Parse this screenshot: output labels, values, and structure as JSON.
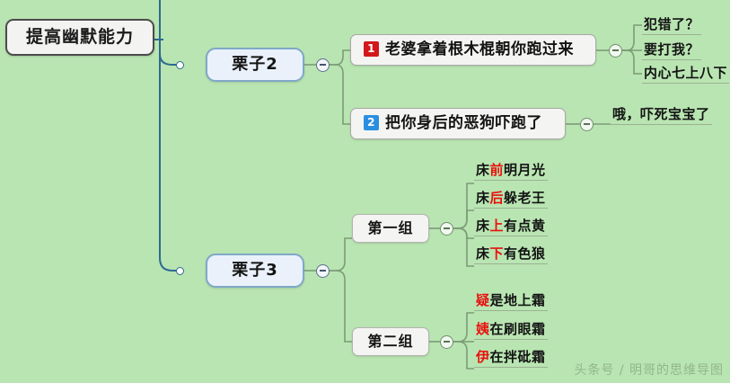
{
  "background_color": "#b9e5b2",
  "root": {
    "label": "提高幽默能力"
  },
  "branches": [
    {
      "label": "栗子2",
      "children": [
        {
          "badge": "1",
          "badge_color": "#d2181a",
          "label": "老婆拿着根木棍朝你跑过来",
          "leaves": [
            "犯错了？",
            "要打我？",
            "内心七上八下"
          ]
        },
        {
          "badge": "2",
          "badge_color": "#2a8fe0",
          "label": "把你身后的恶狗吓跑了",
          "leaves": [
            "哦，吓死宝宝了"
          ]
        }
      ]
    },
    {
      "label": "栗子3",
      "children": [
        {
          "label": "第一组",
          "leaves": [
            {
              "prefix": "床",
              "highlight": "前",
              "suffix": "明月光"
            },
            {
              "prefix": "床",
              "highlight": "后",
              "suffix": "躲老王"
            },
            {
              "prefix": "床",
              "highlight": "上",
              "suffix": "有点黄"
            },
            {
              "prefix": "床",
              "highlight": "下",
              "suffix": "有色狼"
            }
          ]
        },
        {
          "label": "第二组",
          "leaves": [
            {
              "prefix": "",
              "highlight": "疑",
              "suffix": "是地上霜"
            },
            {
              "prefix": "",
              "highlight": "姨",
              "suffix": "在刷眼霜"
            },
            {
              "prefix": "",
              "highlight": "伊",
              "suffix": "在拌砒霜"
            }
          ]
        }
      ]
    }
  ],
  "toggles": {
    "label": "collapse",
    "symbol": "−"
  },
  "watermark": {
    "text": "头条号 / 明哥的思维导图"
  },
  "colors": {
    "highlight": "#e8110f",
    "branch_border": "#7fa8c9",
    "branch_fill": "#eaf1fa",
    "root_fill": "#f3f3f1",
    "trunk_line": "#2c6a92",
    "sub_line": "#7c9c76"
  }
}
